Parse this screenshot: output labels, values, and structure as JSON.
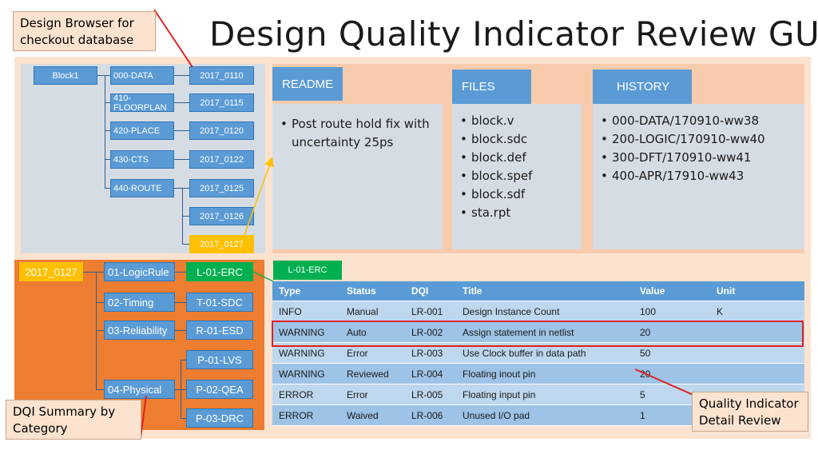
{
  "title": "Design Quality Indicator Review GUI",
  "callouts": {
    "design_browser": "Design Browser for checkout database",
    "dqi_summary": "DQI Summary by Category",
    "quality_indicator": "Quality Indicator Detail Review"
  },
  "browser": {
    "root": "Block1",
    "stages": [
      "000-DATA",
      "410-FLOORPLAN",
      "420-PLACE",
      "430-CTS",
      "440-ROUTE"
    ],
    "versions": [
      "2017_0110",
      "2017_0115",
      "2017_0120",
      "2017_0122",
      "2017_0125",
      "2017_0126",
      "2017_0127"
    ],
    "selected_version": "2017_0127"
  },
  "panels": {
    "readme": {
      "title": "README",
      "items": [
        "Post route hold fix with uncertainty 25ps"
      ]
    },
    "files": {
      "title": "FILES",
      "items": [
        "block.v",
        "block.sdc",
        "block.def",
        "block.spef",
        "block.sdf",
        "sta.rpt"
      ]
    },
    "history": {
      "title": "HISTORY",
      "items": [
        "000-DATA/170910-ww38",
        "200-LOGIC/170910-ww40",
        "300-DFT/170910-ww41",
        "400-APR/17910-ww43"
      ]
    }
  },
  "categories": {
    "root": "2017_0127",
    "groups": [
      "01-LogicRule",
      "02-Timing",
      "03-Reliability",
      "04-Physical"
    ],
    "checks": [
      "L-01-ERC",
      "T-01-SDC",
      "R-01-ESD",
      "P-01-LVS",
      "P-02-QEA",
      "P-03-DRC"
    ],
    "selected_check": "L-01-ERC"
  },
  "table": {
    "tag": "L-01-ERC",
    "headers": [
      "Type",
      "Status",
      "DQI",
      "Title",
      "Value",
      "Unit"
    ],
    "rows": [
      [
        "INFO",
        "Manual",
        "LR-001",
        "Design Instance Count",
        "100",
        "K"
      ],
      [
        "WARNING",
        "Auto",
        "LR-002",
        "Assign statement in netlist",
        "20",
        ""
      ],
      [
        "WARNING",
        "Error",
        "LR-003",
        "Use Clock buffer in data path",
        "50",
        ""
      ],
      [
        "WARNING",
        "Reviewed",
        "LR-004",
        "Floating inout pin",
        "20",
        ""
      ],
      [
        "ERROR",
        "Error",
        "LR-005",
        "Floating input pin",
        "5",
        ""
      ],
      [
        "ERROR",
        "Waived",
        "LR-006",
        "Unused I/O pad",
        "1",
        ""
      ]
    ]
  },
  "colors": {
    "node_blue": "#5b9bd5",
    "selected_yellow": "#ffc000",
    "check_green": "#00b050",
    "category_orange": "#ed7d31",
    "highlight_red": "#e02020"
  }
}
